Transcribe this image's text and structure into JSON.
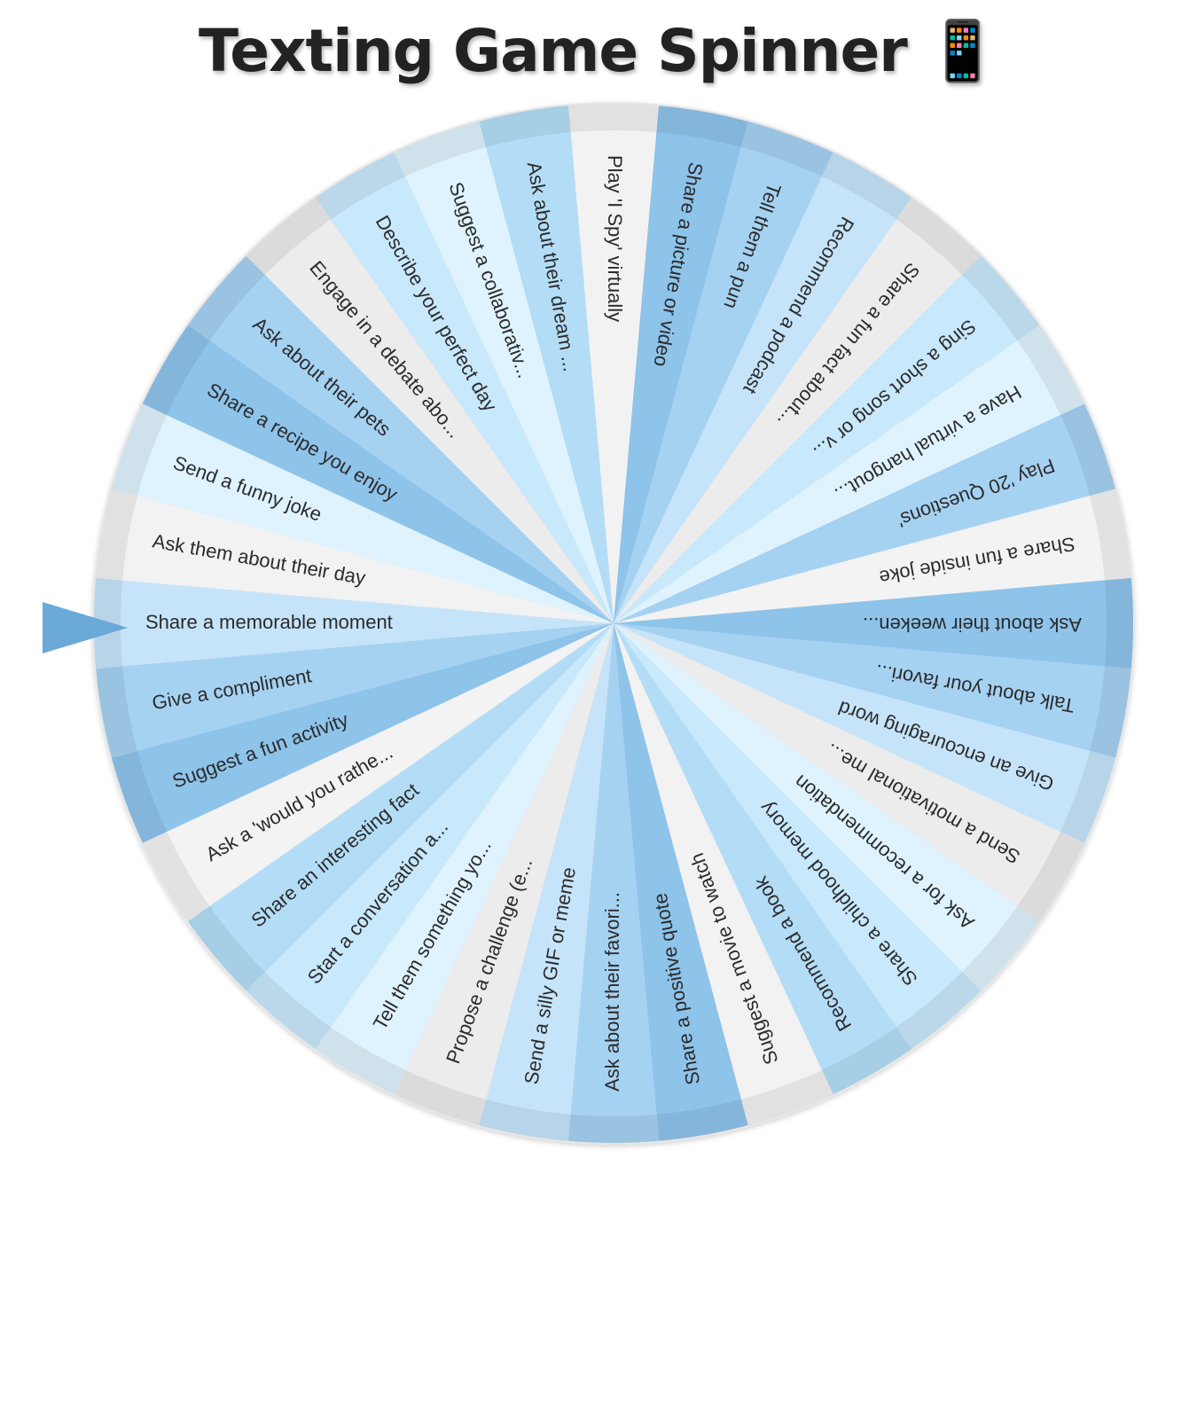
{
  "title": "Texting Game Spinner 📱",
  "segments": [
    "Play 'I Spy' virtually",
    "Share a picture or video",
    "Tell them a pun",
    "Recommend a podcast",
    "Share a fun fact about...",
    "Sing a short song or v...",
    "Have a virtual hangout...",
    "Play '20 Questions'",
    "Share a fun inside joke",
    "Ask about their weeken...",
    "Talk about your favori...",
    "Give an encouraging word",
    "Send a motivational me...",
    "Ask for a recommendation",
    "Share a childhood memory",
    "Recommend a book",
    "Suggest a movie to watch",
    "Share a positive quote",
    "Ask about their favori...",
    "Send a silly GIF or meme",
    "Propose a challenge (e...",
    "Tell them something yo...",
    "Start a conversation a...",
    "Share an interesting fact",
    "Ask a 'would you rathe...",
    "Suggest a fun activity",
    "Give a compliment",
    "Share a memorable moment",
    "Ask them about their day",
    "Send a funny joke",
    "Share a recipe you enjoy",
    "Ask about their pets",
    "Engage in a debate abo...",
    "Describe your perfect day",
    "Suggest a collaborativ...",
    "Ask about their dream ..."
  ],
  "colors": {
    "segment_palette": [
      "#f2f2f2",
      "#8ec3ea",
      "#a6d2f2",
      "#c6e4f9",
      "#ececec",
      "#c8e8fb",
      "#dff3fe",
      "#b3ddf6",
      "#f3f3f3"
    ],
    "pointer": "#6aa9d8",
    "text": "#2b2b2b"
  }
}
